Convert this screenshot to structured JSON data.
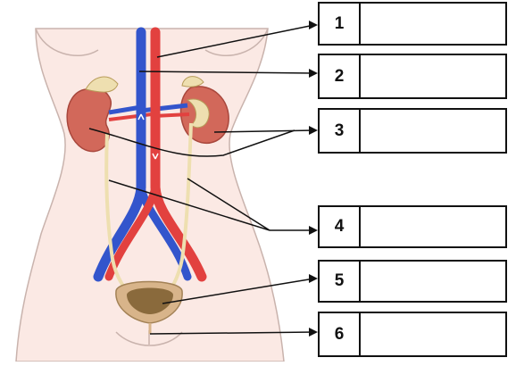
{
  "labels": [
    {
      "number": "1",
      "answer": ""
    },
    {
      "number": "2",
      "answer": ""
    },
    {
      "number": "3",
      "answer": ""
    },
    {
      "number": "4",
      "answer": ""
    },
    {
      "number": "5",
      "answer": ""
    },
    {
      "number": "6",
      "answer": ""
    }
  ],
  "colors": {
    "skin": "#fbe9e4",
    "outline": "#c9b3ad",
    "kidney": "#d2685a",
    "artery": "#e2413f",
    "vein": "#3355cc",
    "ureter": "#eedfb0",
    "bladder": "#d8b48a",
    "leader": "#111111"
  }
}
